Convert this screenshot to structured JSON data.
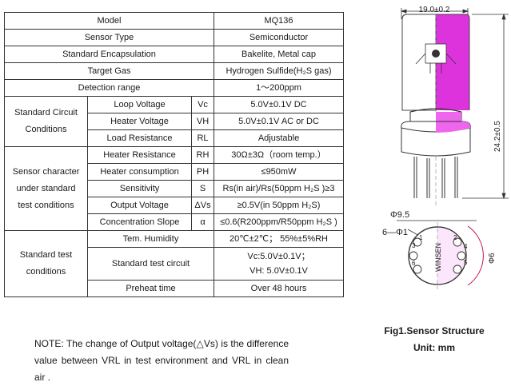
{
  "table": {
    "model": {
      "label": "Model",
      "value": "MQ136"
    },
    "sensor_type": {
      "label": "Sensor Type",
      "value": "Semiconductor"
    },
    "encapsulation": {
      "label": "Standard Encapsulation",
      "value": "Bakelite, Metal cap"
    },
    "target_gas": {
      "label": "Target Gas",
      "value": "Hydrogen Sulfide(H₂S gas)"
    },
    "detection_range": {
      "label": "Detection range",
      "value": "1～200ppm"
    },
    "circuit_group": {
      "line1": "Standard Circuit",
      "line2": "Conditions"
    },
    "loop_voltage": {
      "label": "Loop Voltage",
      "symbol": "Vc",
      "value": "5.0V±0.1V   DC"
    },
    "heater_voltage": {
      "label": "Heater Voltage",
      "symbol": "VH",
      "value": "5.0V±0.1V AC or DC"
    },
    "load_resistance": {
      "label": "Load Resistance",
      "symbol": "RL",
      "value": "Adjustable"
    },
    "char_group": {
      "line1": "Sensor character",
      "line2": "under standard",
      "line3": "test conditions"
    },
    "heater_resistance": {
      "label": "Heater Resistance",
      "symbol": "RH",
      "value": "30Ω±3Ω（room temp.）"
    },
    "heater_consumption": {
      "label": "Heater consumption",
      "symbol": "PH",
      "value": "≤950mW"
    },
    "sensitivity": {
      "label": "Sensitivity",
      "symbol": "S",
      "value": "Rs(in air)/Rs(50ppm H₂S )≥3"
    },
    "output_voltage": {
      "label": "Output Voltage",
      "symbol": "ΔVs",
      "value": "≥0.5V(in 50ppm H₂S)"
    },
    "concentration_slope": {
      "label": "Concentration Slope",
      "symbol": "α",
      "value": "≤0.6(R200ppm/R50ppm H₂S )"
    },
    "test_group": {
      "line1": "Standard test",
      "line2": "conditions"
    },
    "tem_humidity": {
      "label": "Tem.    Humidity",
      "value": "20℃±2℃； 55%±5%RH"
    },
    "test_circuit": {
      "label": "Standard test circuit",
      "value_line1": "Vc:5.0V±0.1V；",
      "value_line2": "VH: 5.0V±0.1V"
    },
    "preheat": {
      "label": "Preheat time",
      "value": "Over 48 hours"
    }
  },
  "note": "NOTE: The change of Output voltage(△Vs) is the difference value between VRL in test environment and VRL in clean air .",
  "figure": {
    "title": "Fig1.Sensor Structure",
    "unit": "Unit: mm",
    "dim_width": "19.0±0.2",
    "dim_height": "24.2±0.5",
    "dim_base": "Φ9.5",
    "dim_pins": "6—Φ1",
    "dim_pcd": "Φ6",
    "brand": "WINSEN",
    "pin_labels": [
      "1",
      "2",
      "3",
      "4",
      "5",
      "6"
    ]
  }
}
